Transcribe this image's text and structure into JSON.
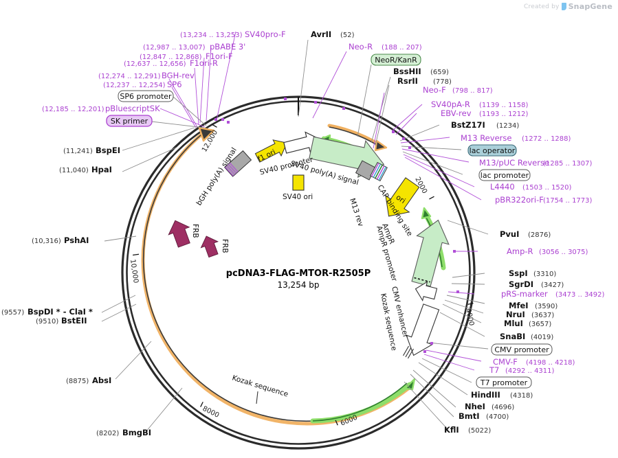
{
  "credit": {
    "prefix": "Created by",
    "brand": "SnapGene",
    "icon": "snapgene-logo-icon"
  },
  "plasmid": {
    "name": "pcDNA3-FLAG-MTOR-R2505P",
    "size": "13,254 bp",
    "total_bp": 13254,
    "ruler_ticks": [
      "2000",
      "4000",
      "6000",
      "8000",
      "10,000",
      "12,000"
    ]
  },
  "colors": {
    "backbone": "#2b2b2b",
    "orange": "#f0b060",
    "purple_primer": "#b14fd8",
    "enzyme_black": "#111111",
    "green_feature": "#c7ecc7",
    "yellow_feature": "#f5e400",
    "maroon_feature": "#9e2f63",
    "gray_feature": "#a8a8a8",
    "lac_operator_bg": "#a8cdd7",
    "neor_bg": "#cdeccd"
  },
  "enzymes": [
    {
      "name": "AvrII",
      "pos": "(52)",
      "side": "top"
    },
    {
      "name": "BssHII",
      "pos": "(659)",
      "side": "right"
    },
    {
      "name": "RsrII",
      "pos": "(778)",
      "side": "right"
    },
    {
      "name": "BstZ17I",
      "pos": "(1234)",
      "side": "right"
    },
    {
      "name": "PvuI",
      "pos": "(2876)",
      "side": "right"
    },
    {
      "name": "SspI",
      "pos": "(3310)",
      "side": "right"
    },
    {
      "name": "SgrDI",
      "pos": "(3427)",
      "side": "right"
    },
    {
      "name": "MfeI",
      "pos": "(3590)",
      "side": "right"
    },
    {
      "name": "NruI",
      "pos": "(3637)",
      "side": "right"
    },
    {
      "name": "MluI",
      "pos": "(3657)",
      "side": "right"
    },
    {
      "name": "SnaBI",
      "pos": "(4019)",
      "side": "right"
    },
    {
      "name": "HindIII",
      "pos": "(4318)",
      "side": "right"
    },
    {
      "name": "NheI",
      "pos": "(4696)",
      "side": "right"
    },
    {
      "name": "BmtI",
      "pos": "(4700)",
      "side": "right"
    },
    {
      "name": "KflI",
      "pos": "(5022)",
      "side": "right"
    },
    {
      "name": "BmgBI",
      "pos": "(8202)",
      "side": "left"
    },
    {
      "name": "AbsI",
      "pos": "(8875)",
      "side": "left"
    },
    {
      "name": "BstEII",
      "pos": "(9510)",
      "side": "left"
    },
    {
      "name": "BspDI * - ClaI *",
      "pos": "(9557)",
      "side": "left"
    },
    {
      "name": "PshAI",
      "pos": "(10,316)",
      "side": "left"
    },
    {
      "name": "HpaI",
      "pos": "(11,040)",
      "side": "left"
    },
    {
      "name": "BspEI",
      "pos": "(11,241)",
      "side": "left"
    }
  ],
  "primers": [
    {
      "name": "SV40pro-F",
      "range": "(13,234 .. 13,253)"
    },
    {
      "name": "pBABE 3'",
      "range": "(12,987 .. 13,007)"
    },
    {
      "name": "F1ori-F",
      "range": "(12,847 .. 12,868)"
    },
    {
      "name": "F1ori-R",
      "range": "(12,637 .. 12,656)"
    },
    {
      "name": "BGH-rev",
      "range": "(12,274 .. 12,291)"
    },
    {
      "name": "SP6",
      "range": "(12,237 .. 12,254)"
    },
    {
      "name": "pBluescriptSK",
      "range": "(12,185 .. 12,201)"
    },
    {
      "name": "Neo-R",
      "range": "(188 .. 207)"
    },
    {
      "name": "Neo-F",
      "range": "(798 .. 817)"
    },
    {
      "name": "SV40pA-R",
      "range": "(1139 .. 1158)"
    },
    {
      "name": "EBV-rev",
      "range": "(1193 .. 1212)"
    },
    {
      "name": "M13 Reverse",
      "range": "(1272 .. 1288)"
    },
    {
      "name": "M13/pUC Reverse",
      "range": "(1285 .. 1307)"
    },
    {
      "name": "L4440",
      "range": "(1503 .. 1520)"
    },
    {
      "name": "pBR322ori-F",
      "range": "(1754 .. 1773)"
    },
    {
      "name": "Amp-R",
      "range": "(3056 .. 3075)"
    },
    {
      "name": "pRS-marker",
      "range": "(3473 .. 3492)"
    },
    {
      "name": "CMV-F",
      "range": "(4198 .. 4218)"
    },
    {
      "name": "T7",
      "range": "(4292 .. 4311)"
    }
  ],
  "boxed_labels": [
    {
      "name": "SP6 promoter",
      "style": "plain"
    },
    {
      "name": "SK primer",
      "style": "purple"
    },
    {
      "name": "NeoR/KanR",
      "style": "green"
    },
    {
      "name": "lac operator",
      "style": "teal"
    },
    {
      "name": "lac promoter",
      "style": "plain"
    },
    {
      "name": "CMV promoter",
      "style": "plain"
    },
    {
      "name": "T7 promoter",
      "style": "plain"
    }
  ],
  "inner_features": [
    {
      "name": "bGH poly(A) signal"
    },
    {
      "name": "f1 ori"
    },
    {
      "name": "SV40 promoter"
    },
    {
      "name": "SV40 ori"
    },
    {
      "name": "SV40 poly(A) signal"
    },
    {
      "name": "M13 rev"
    },
    {
      "name": "CAP binding site"
    },
    {
      "name": "ori"
    },
    {
      "name": "AmpR"
    },
    {
      "name": "AmpR promoter"
    },
    {
      "name": "CMV enhancer"
    },
    {
      "name": "Kozak sequence"
    },
    {
      "name": "Kozak sequence"
    },
    {
      "name": "FRB"
    },
    {
      "name": "FRB"
    }
  ]
}
